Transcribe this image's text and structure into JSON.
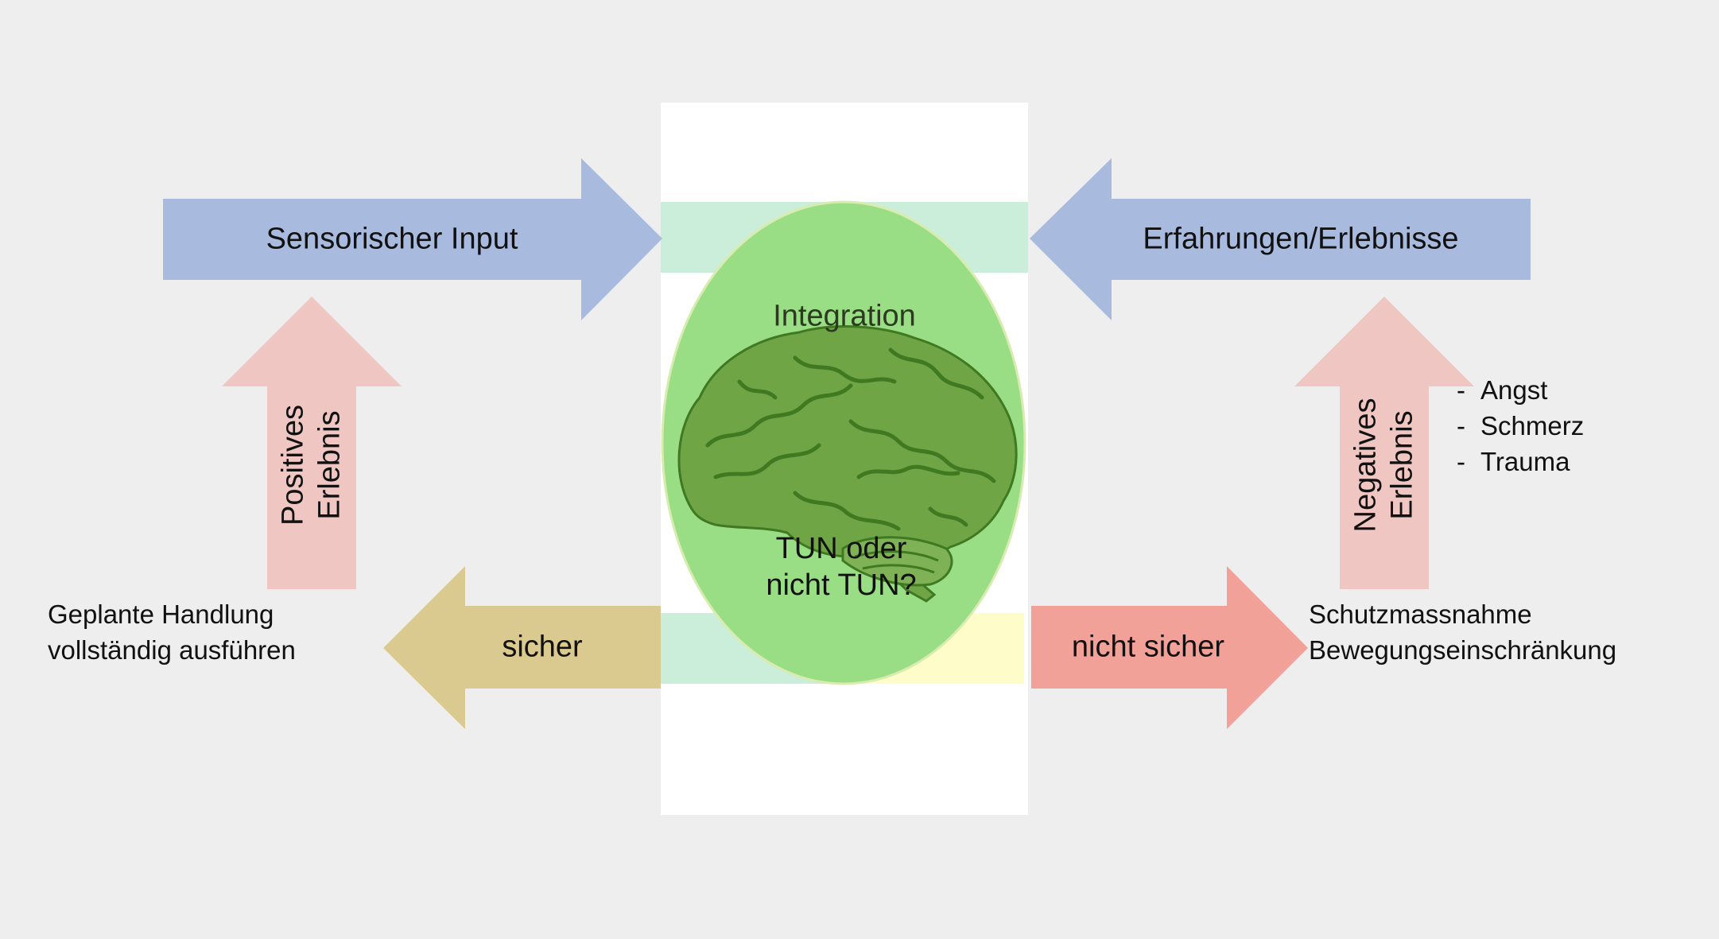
{
  "labels": {
    "top_left_arrow": "Sensorischer Input",
    "top_right_arrow": "Erfahrungen/Erlebnisse",
    "integration": "Integration",
    "decision_line1": "TUN oder",
    "decision_line2": "nicht TUN?",
    "up_left_line1": "Positives",
    "up_left_line2": "Erlebnis",
    "up_right_line1": "Negatives",
    "up_right_line2": "Erlebnis",
    "bottom_left_arrow": "sicher",
    "bottom_right_arrow": "nicht sicher",
    "outcome_left_line1": "Geplante Handlung",
    "outcome_left_line2": "vollständig ausführen",
    "outcome_right_line1": "Schutzmassnahme",
    "outcome_right_line2": "Bewegungseinschränkung"
  },
  "negative_list": [
    "Angst",
    "Schmerz",
    "Trauma"
  ],
  "icons": {
    "center_image": "brain-icon"
  },
  "colors": {
    "background": "#eeeeee",
    "blue_arrow": "#a9badf",
    "pink_arrow": "#efc6c2",
    "tan_arrow": "#dbca8f",
    "red_arrow": "#f2a199",
    "oval": "#99dd85",
    "mint_band": "#cbeeda",
    "yellow_band": "#fefcc8",
    "brain": "#5f9a3a"
  }
}
